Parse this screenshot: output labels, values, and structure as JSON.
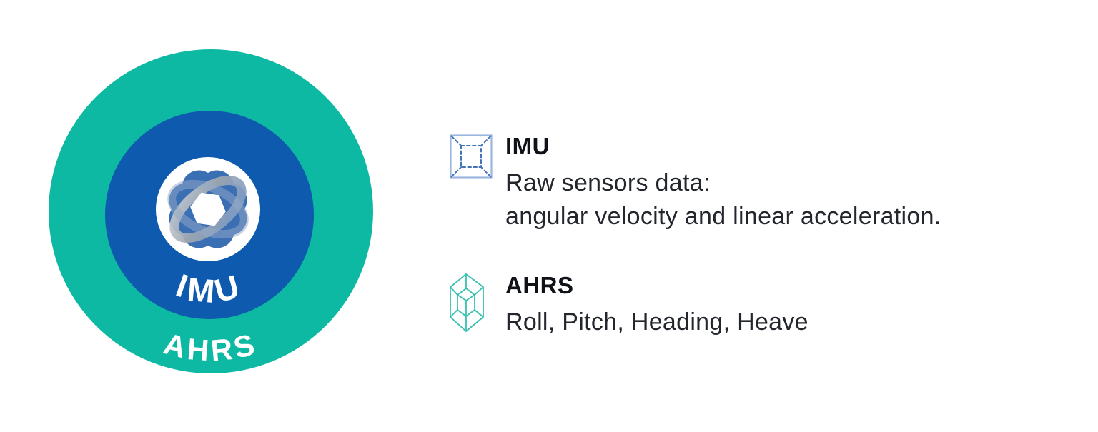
{
  "page": {
    "background": "#FFFFFF"
  },
  "diagram": {
    "inner_label": "IMU",
    "outer_label": "AHRS",
    "colors": {
      "outer_ring": "#0DB9A2",
      "inner_circle": "#0E5AAE",
      "core": "#FFFFFF",
      "logo_petal": "#3B6FB4",
      "logo_ribbon_light": "#C9CED4",
      "logo_ribbon_dark": "#8F96A0",
      "logo_ribbon_blue": "#93A9C6",
      "label_text": "#FFFFFF"
    }
  },
  "legend": {
    "items": [
      {
        "icon": "wireframe-box-icon",
        "icon_color": "#4273B8",
        "icon_frame_color": "#9BB6DF",
        "title": "IMU",
        "description_lines": [
          "Raw sensors data:",
          "angular velocity and linear acceleration."
        ]
      },
      {
        "icon": "wireframe-cube-icon",
        "icon_color": "#36C1AF",
        "title": "AHRS",
        "description_lines": [
          "Roll, Pitch, Heading, Heave"
        ]
      }
    ],
    "text_colors": {
      "title": "#0F1217",
      "description": "#23262C"
    }
  }
}
